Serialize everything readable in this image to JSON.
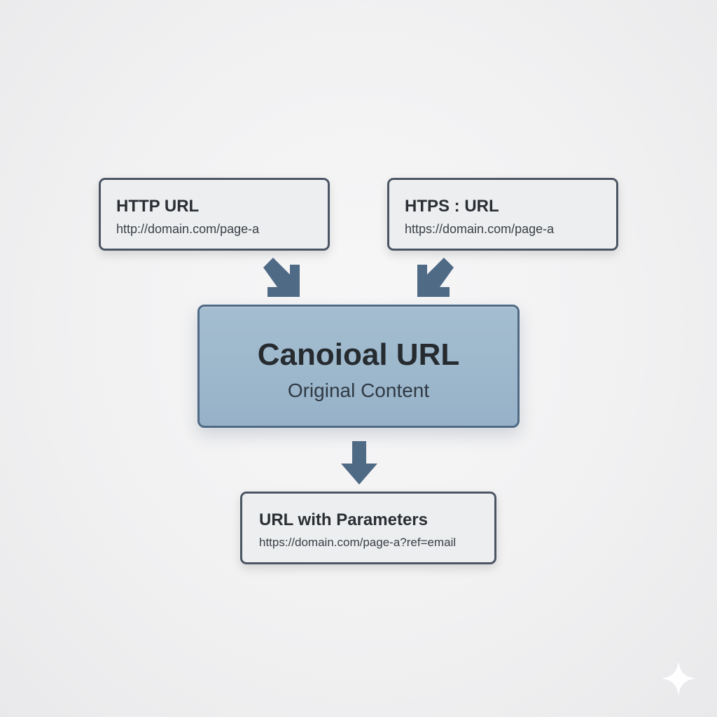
{
  "nodes": {
    "http": {
      "title": "HTTP URL",
      "url": "http://domain.com/page-a"
    },
    "https": {
      "title": "HTPS : URL",
      "url": "https://domain.com/page-a"
    },
    "canonical": {
      "title": "Canoioal URL",
      "subtitle": "Original Content"
    },
    "params": {
      "title": "URL with Parameters",
      "url": "https://domain.com/page-a?ref=email"
    }
  },
  "edges": [
    {
      "from": "http",
      "to": "canonical"
    },
    {
      "from": "https",
      "to": "canonical"
    },
    {
      "from": "canonical",
      "to": "params"
    }
  ],
  "colors": {
    "box_fill": "#eceef0",
    "box_border": "#4b5563",
    "canonical_fill": "#9db6cb",
    "canonical_border": "#4f6a85",
    "arrow": "#4f6a85"
  },
  "icons": {
    "corner": "sparkle-icon"
  }
}
